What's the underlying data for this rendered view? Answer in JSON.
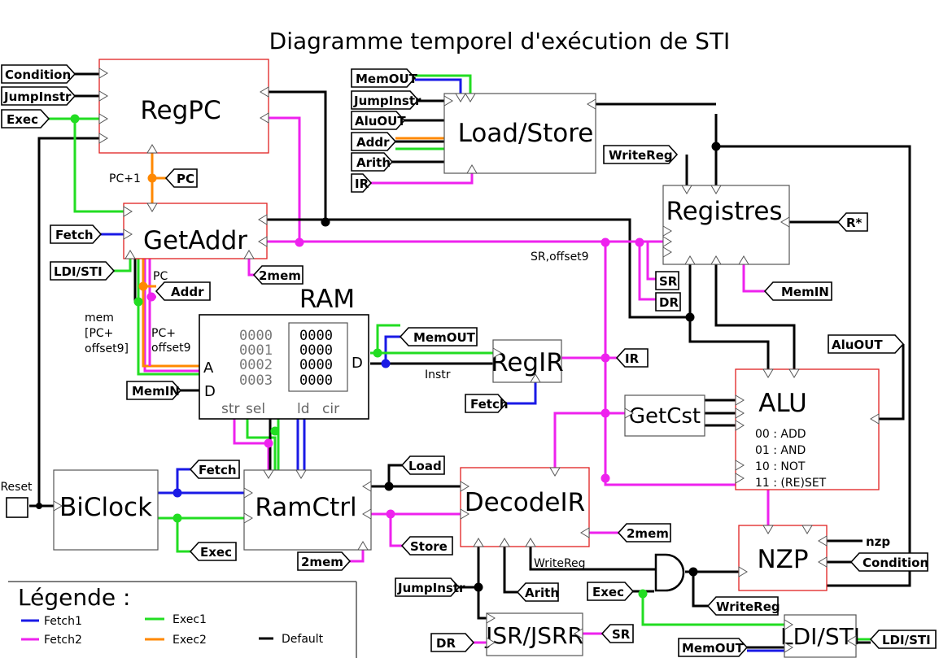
{
  "title": "Diagramme temporel d'exécution de STI",
  "blocks": {
    "regpc": "RegPC",
    "getaddr": "GetAddr",
    "loadstore": "Load/Store",
    "registres": "Registres",
    "ram": "RAM",
    "regir": "RegIR",
    "getcst": "GetCst",
    "alu": "ALU",
    "biclock": "BiClock",
    "ramctrl": "RamCtrl",
    "decodeir": "DecodeIR",
    "nzp": "NZP",
    "jsr": "JSR/JSRR",
    "ldisti": "LDI/STI"
  },
  "tags": {
    "condition": "Condition",
    "jumpinstr": "JumpInstr",
    "exec": "Exec",
    "pc": "PC",
    "fetch": "Fetch",
    "ldisti": "LDI/STI",
    "addr": "Addr",
    "twomem": "2mem",
    "memin": "MemIN",
    "memout": "MemOUT",
    "aluout": "AluOUT",
    "arith": "Arith",
    "ir": "IR",
    "writereg": "WriteReg",
    "rstar": "R*",
    "sr": "SR",
    "dr": "DR",
    "load": "Load",
    "store": "Store",
    "nzp_condition": "Condition"
  },
  "labels": {
    "reset": "Reset",
    "pc_plus1": "PC+1",
    "pc": "PC",
    "mem1": "mem",
    "mem2": "[PC+",
    "mem3": "offset9]",
    "pcoff1": "PC+",
    "pcoff2": "offset9",
    "sroffset": "SR,offset9",
    "instr": "Instr",
    "writereg_wire": "WriteReg",
    "nzp_out": "nzp",
    "ram_a": "A",
    "ram_d_in": "D",
    "ram_d_out": "D",
    "ram_str": "str",
    "ram_sel": "sel",
    "ram_ld": "ld",
    "ram_clr": "cir"
  },
  "ram_addresses": [
    "0000",
    "0001",
    "0002",
    "0003"
  ],
  "ram_values": [
    "0000",
    "0000",
    "0000",
    "0000"
  ],
  "alu_ops": [
    "00 : ADD",
    "01 : AND",
    "10 : NOT",
    "11 : (RE)SET"
  ],
  "legend": {
    "title": "Légende :",
    "items": [
      {
        "label": "Fetch1",
        "color": "#1a1ae6"
      },
      {
        "label": "Exec1",
        "color": "#22dd22"
      },
      {
        "label": "Fetch2",
        "color": "#ee22ee"
      },
      {
        "label": "Exec2",
        "color": "#ff8800"
      },
      {
        "label": "Default",
        "color": "#000000"
      }
    ]
  }
}
